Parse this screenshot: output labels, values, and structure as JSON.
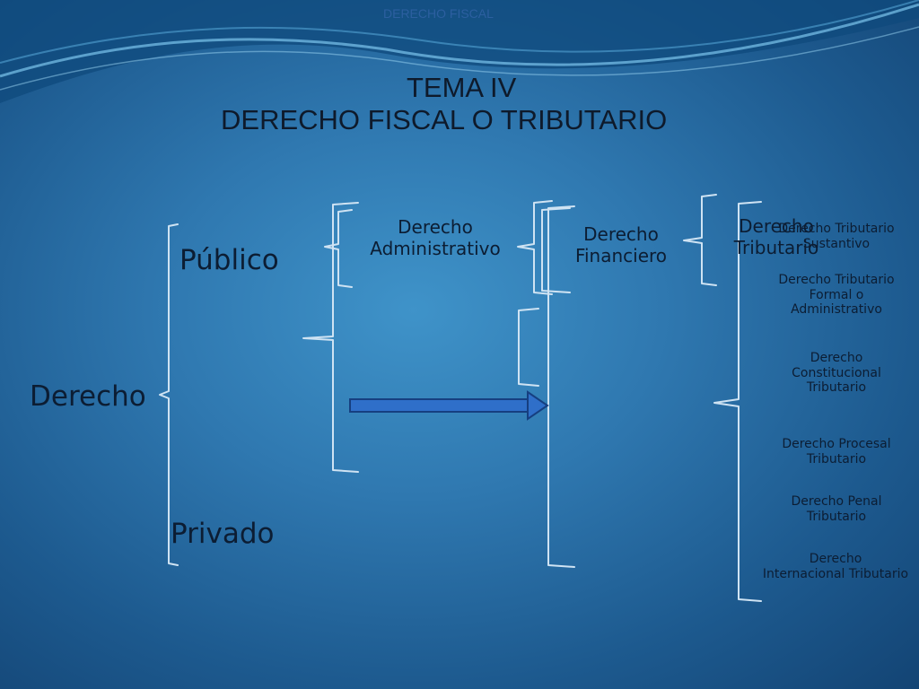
{
  "header": {
    "text": "DERECHO FISCAL"
  },
  "title": {
    "line1": "TEMA IV",
    "line2": "DERECHO FISCAL O TRIBUTARIO"
  },
  "nodes": {
    "derecho": "Derecho",
    "publico": "Público",
    "privado": "Privado",
    "administrativo": [
      "Derecho",
      "Administrativo"
    ],
    "financiero": [
      "Derecho",
      "Financiero"
    ],
    "tributario": [
      "Derecho",
      "Tributario"
    ]
  },
  "branches": [
    [
      "Derecho Tributario",
      "Sustantivo"
    ],
    [
      "Derecho Tributario",
      "Formal o",
      "Administrativo"
    ],
    [
      "Derecho",
      "Constitucional",
      "Tributario"
    ],
    [
      "Derecho  Procesal",
      "Tributario"
    ],
    [
      "Derecho Penal",
      "Tributario"
    ],
    [
      "Derecho",
      "Internacional Tributario"
    ]
  ],
  "colors": {
    "accent": "#2f6fc9",
    "arrow_border": "#163f80",
    "text": "#0c1d33",
    "brace": "#cfe3f3"
  }
}
